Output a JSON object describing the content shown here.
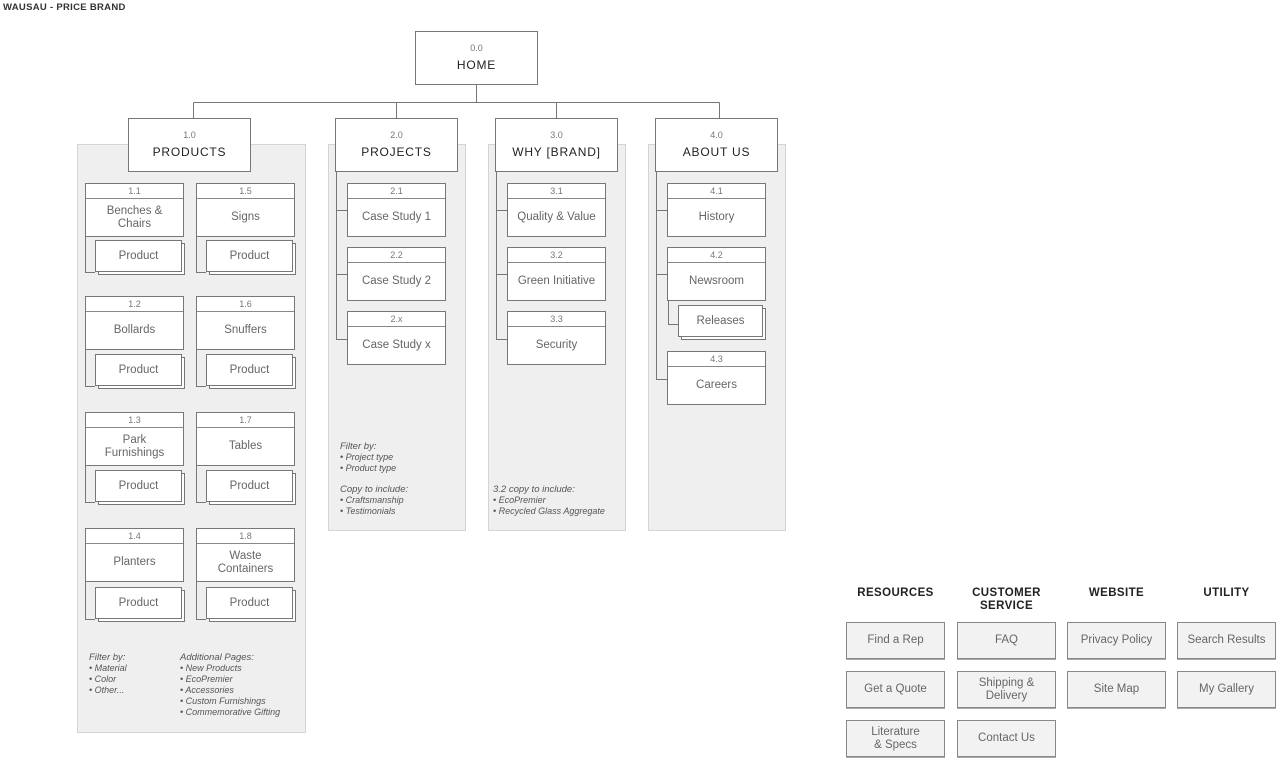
{
  "page_title": "WAUSAU - PRICE BRAND",
  "home": {
    "num": "0.0",
    "label": "HOME"
  },
  "sections": [
    {
      "num": "1.0",
      "label": "PRODUCTS",
      "pages": [
        {
          "num": "1.1",
          "label": "Benches &\nChairs",
          "child": "Product"
        },
        {
          "num": "1.2",
          "label": "Bollards",
          "child": "Product"
        },
        {
          "num": "1.3",
          "label": "Park\nFurnishings",
          "child": "Product"
        },
        {
          "num": "1.4",
          "label": "Planters",
          "child": "Product"
        },
        {
          "num": "1.5",
          "label": "Signs",
          "child": "Product"
        },
        {
          "num": "1.6",
          "label": "Snuffers",
          "child": "Product"
        },
        {
          "num": "1.7",
          "label": "Tables",
          "child": "Product"
        },
        {
          "num": "1.8",
          "label": "Waste\nContainers",
          "child": "Product"
        }
      ],
      "notes": [
        {
          "heading": "Filter by:",
          "items": [
            "Material",
            "Color",
            "Other..."
          ]
        },
        {
          "heading": "Additional Pages:",
          "items": [
            "New Products",
            "EcoPremier",
            "Accessories",
            "Custom Furnishings",
            "Commemorative Gifting"
          ]
        }
      ]
    },
    {
      "num": "2.0",
      "label": "PROJECTS",
      "pages": [
        {
          "num": "2.1",
          "label": "Case Study 1"
        },
        {
          "num": "2.2",
          "label": "Case Study 2"
        },
        {
          "num": "2.x",
          "label": "Case Study x"
        }
      ],
      "notes": [
        {
          "heading": "Filter by:",
          "items": [
            "Project type",
            "Product type"
          ]
        },
        {
          "heading": "Copy to include:",
          "items": [
            "Craftsmanship",
            "Testimonials"
          ]
        }
      ]
    },
    {
      "num": "3.0",
      "label": "WHY [BRAND]",
      "pages": [
        {
          "num": "3.1",
          "label": "Quality & Value"
        },
        {
          "num": "3.2",
          "label": "Green Initiative"
        },
        {
          "num": "3.3",
          "label": "Security"
        }
      ],
      "notes": [
        {
          "heading": "3.2 copy to include:",
          "items": [
            "EcoPremier",
            "Recycled Glass Aggregate"
          ]
        }
      ]
    },
    {
      "num": "4.0",
      "label": "ABOUT US",
      "pages": [
        {
          "num": "4.1",
          "label": "History"
        },
        {
          "num": "4.2",
          "label": "Newsroom",
          "child": "Releases"
        },
        {
          "num": "4.3",
          "label": "Careers"
        }
      ]
    }
  ],
  "utility": [
    {
      "heading": "RESOURCES",
      "items": [
        "Find a Rep",
        "Get a Quote",
        "Literature\n& Specs"
      ]
    },
    {
      "heading": "CUSTOMER\nSERVICE",
      "items": [
        "FAQ",
        "Shipping &\nDelivery",
        "Contact Us"
      ]
    },
    {
      "heading": "WEBSITE",
      "items": [
        "Privacy Policy",
        "Site Map"
      ]
    },
    {
      "heading": "UTILITY",
      "items": [
        "Search Results",
        "My Gallery"
      ]
    }
  ]
}
